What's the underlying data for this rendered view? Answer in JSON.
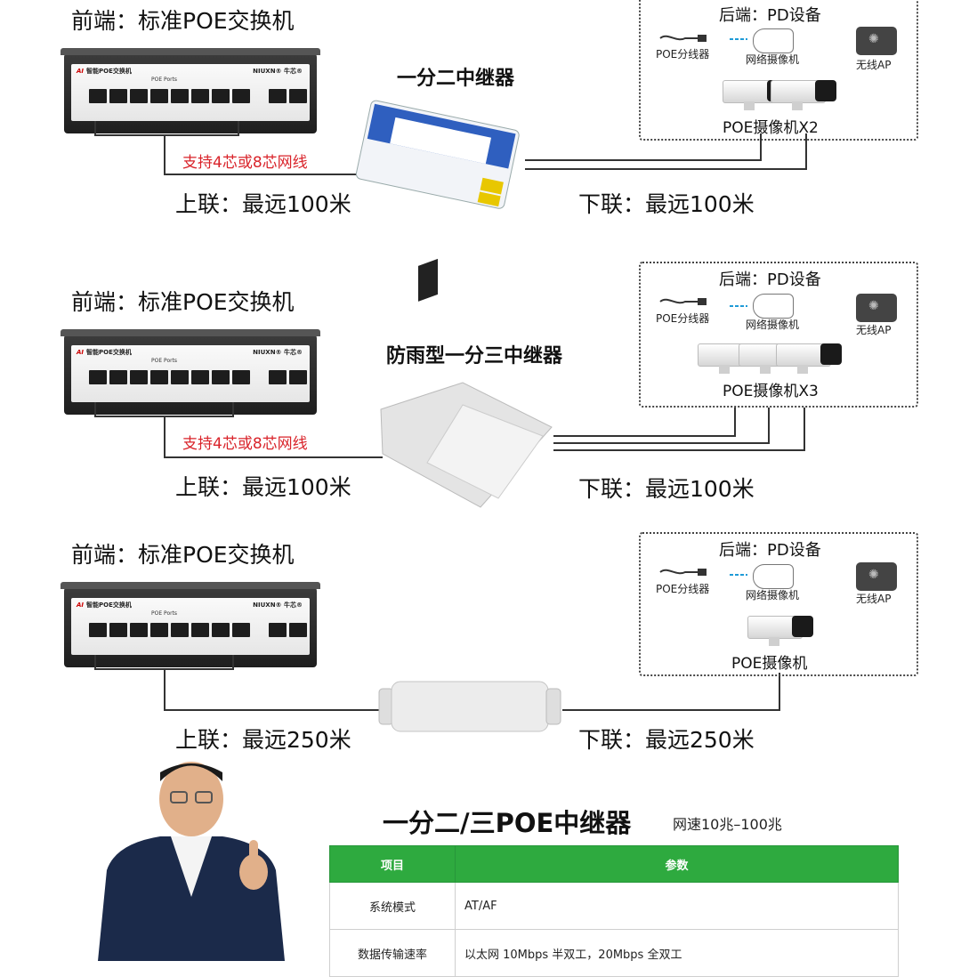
{
  "section1": {
    "front_title": "前端：标准POE交换机",
    "repeater_title": "一分二中继器",
    "note": "支持4芯或8芯网线",
    "uplink": "上联：最远100米",
    "downlink": "下联：最远100米",
    "pd_title": "后端：PD设备",
    "splitter_label": "POE分线器",
    "ipcam_label": "网络摄像机",
    "ap_label": "无线AP",
    "poe_cam_label": "POE摄像机X2"
  },
  "section2": {
    "front_title": "前端：标准POE交换机",
    "repeater_title": "防雨型一分三中继器",
    "note": "支持4芯或8芯网线",
    "uplink": "上联：最远100米",
    "downlink": "下联：最远100米",
    "pd_title": "后端：PD设备",
    "splitter_label": "POE分线器",
    "ipcam_label": "网络摄像机",
    "ap_label": "无线AP",
    "poe_cam_label": "POE摄像机X3"
  },
  "section3": {
    "front_title": "前端：标准POE交换机",
    "uplink": "上联：最远250米",
    "downlink": "下联：最远250米",
    "pd_title": "后端：PD设备",
    "splitter_label": "POE分线器",
    "ipcam_label": "网络摄像机",
    "ap_label": "无线AP",
    "poe_cam_label": "POE摄像机"
  },
  "switch": {
    "brand": "智能POE交换机",
    "brand_prefix": "AI",
    "logo": "NIUXN® 牛芯®",
    "ports_label": "POE Ports"
  },
  "spec": {
    "title": "一分二/三POE中继器",
    "subtitle": "网速10兆–100兆",
    "col_item": "项目",
    "col_param": "参数",
    "rows": [
      {
        "key": "系统模式",
        "value": "AT/AF"
      },
      {
        "key": "数据传输速率",
        "value": "以太网 10Mbps 半双工，20Mbps 全双工"
      }
    ]
  },
  "colors": {
    "accent_green": "#2eaa3f",
    "note_red": "#d9232a",
    "line": "#333333"
  }
}
